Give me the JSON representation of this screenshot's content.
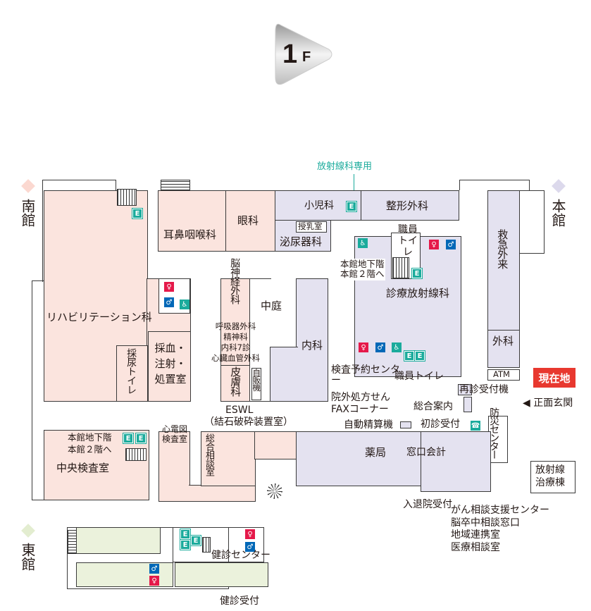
{
  "floor": {
    "number": "1",
    "suffix": "F"
  },
  "buildings": {
    "south": "南館",
    "main": "本館",
    "east": "東館",
    "radiation": "放射線治療棟"
  },
  "current_location": "現在地",
  "entrance": "◀ 正面玄関",
  "radiology_only": "放射線科専用",
  "rooms": {
    "ent": "耳鼻咽喉科",
    "eye": "眼科",
    "pediatrics": "小児科",
    "orthopedics": "整形外科",
    "nursing": "授乳室",
    "urology": "泌尿器科",
    "emergency": "救急外来",
    "surgery": "外科",
    "atm": "ATM",
    "staff_toilet_top": "職員トイレ",
    "to_basement_main": "本館地下階",
    "to_2f_main": "本館２階へ",
    "diag_radiology": "診療放射線科",
    "neurosurgery": "脳神経外科",
    "courtyard": "中庭",
    "internal": "内科",
    "multi_clinic": [
      "呼吸器外科",
      "精神科",
      "内科7診",
      "心臓血管外科"
    ],
    "dermatology": "皮膚科",
    "vending": "自販機",
    "exam_booking": "検査予約センター",
    "outside_rx": "院外処方せん",
    "fax": "FAXコーナー",
    "staff_toilet": "職員トイレ",
    "rehab": "リハビリテーション科",
    "urine": "採尿トイレ",
    "blood": "採血・注射・処置室",
    "reentry": "再診受付機",
    "info": "総合案内",
    "disaster": "防災センター",
    "auto_pay": "自動精算機",
    "first_visit": "初診受付",
    "eswl": "ESWL",
    "eswl_sub": "（結石破砕装置室）",
    "ecg": "心電図検査室",
    "consult": "総合相談室",
    "pharmacy": "薬局",
    "cashier": "窓口会計",
    "admission": "入退院受付",
    "cancer": [
      "がん相談支援センター",
      "脳卒中相談窓口",
      "地域連携室",
      "医療相談室"
    ],
    "to_basement_south": "本館地下階",
    "to_2f_south": "本館２階へ",
    "central_lab": "中央検査室",
    "checkup": "健診センター",
    "checkup_reception": "健診受付"
  },
  "icons": {
    "elevator": "E",
    "toilet_female": "female-toilet-icon",
    "toilet_male": "male-toilet-icon",
    "accessible": "wheelchair-icon",
    "phone": "phone-icon"
  },
  "colors": {
    "outpatient_south": "#fbe4de",
    "outpatient_main": "#e4e2f0",
    "east": "#ebf2dc",
    "accent": "#1bab9c",
    "current": "#e8382f"
  }
}
